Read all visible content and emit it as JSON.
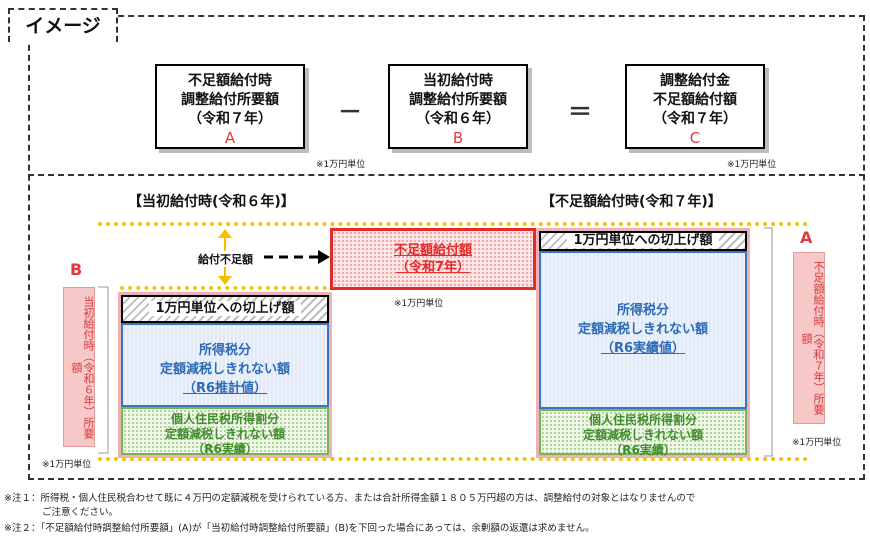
{
  "header": {
    "tab_label": "イメージ"
  },
  "formula": {
    "box_a": {
      "line1": "不足額給付時",
      "line2": "調整給付所要額",
      "line3": "（令和７年）",
      "letter": "A"
    },
    "minus": "－",
    "box_b": {
      "line1": "当初給付時",
      "line2": "調整給付所要額",
      "line3": "（令和６年）",
      "letter": "B",
      "note": "※1万円単位"
    },
    "equals": "＝",
    "box_c": {
      "line1": "調整給付金",
      "line2": "不足額給付額",
      "line3": "（令和７年）",
      "letter": "C",
      "note": "※1万円単位"
    }
  },
  "diagram": {
    "left_title": "【当初給付時(令和６年)】",
    "right_title": "【不足額給付時(令和７年)】",
    "left_stack": {
      "top_label": "1万円単位への切上げ額",
      "blue_line1": "所得税分",
      "blue_line2": "定額減税しきれない額",
      "blue_line3": "（R6推計値）",
      "green_line1": "個人住民税所得割分",
      "green_line2": "定額減税しきれない額",
      "green_line3": "（R6実績）"
    },
    "right_stack": {
      "top_label": "1万円単位への切上げ額",
      "blue_line1": "所得税分",
      "blue_line2": "定額減税しきれない額",
      "blue_line3": "（R6実績値）",
      "green_line1": "個人住民税所得割分",
      "green_line2": "定額減税しきれない額",
      "green_line3": "（R6実績）"
    },
    "shortage": {
      "line1": "不足額給付額",
      "line2": "（令和7年）",
      "note": "※1万円単位"
    },
    "gap_label": "給付不足額",
    "left_side": {
      "letter": "B",
      "label": "当初給付時（令和６年）所要額",
      "note": "※1万円単位"
    },
    "right_side": {
      "letter": "A",
      "label": "不足額給付時（令和７年）所要額",
      "note": "※1万円単位"
    }
  },
  "footnotes": {
    "note1_line1": "※注１：所得税・個人住民税合わせて既に４万円の定額減税を受けられている方、または合計所得金額１８０５万円超の方は、調整給付の対象とはなりませんので",
    "note1_line2": "ご注意ください。",
    "note2": "※注２：「不足額給付時調整給付所要額」(A)が「当初給付時調整給付所要額」(B)を下回った場合にあっては、余剰額の返還は求めません。"
  },
  "colors": {
    "accent_red": "#e32b2b",
    "blue": "#3b74c4",
    "green": "#78b35b",
    "yellow": "#f2c200"
  }
}
